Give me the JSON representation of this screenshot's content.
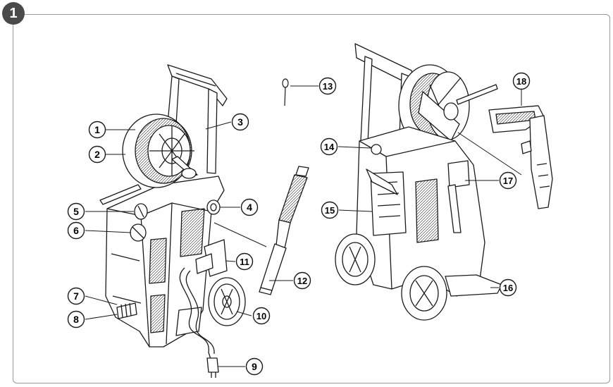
{
  "figure": {
    "number": "1"
  },
  "callouts": [
    "1",
    "2",
    "3",
    "4",
    "5",
    "6",
    "7",
    "8",
    "9",
    "10",
    "11",
    "12",
    "13",
    "14",
    "15",
    "16",
    "17",
    "18"
  ],
  "colors": {
    "frame": "#9a9a9a",
    "badge": "#4a4a4a",
    "line": "#1a1a1a"
  }
}
